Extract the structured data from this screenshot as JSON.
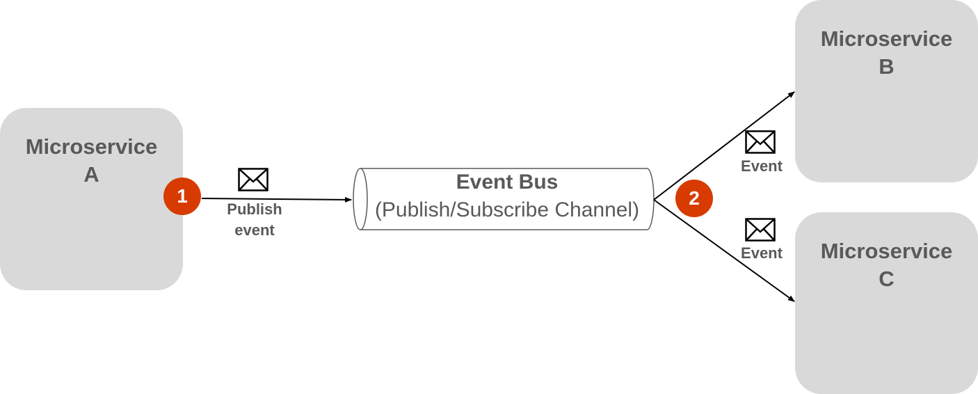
{
  "microservices": {
    "a": {
      "line1": "Microservice",
      "line2": "A"
    },
    "b": {
      "line1": "Microservice",
      "line2": "B"
    },
    "c": {
      "line1": "Microservice",
      "line2": "C"
    }
  },
  "event_bus": {
    "title": "Event Bus",
    "subtitle": "(Publish/Subscribe Channel)"
  },
  "steps": [
    {
      "number": "1",
      "label_line1": "Publish",
      "label_line2": "event"
    },
    {
      "number": "2"
    }
  ],
  "event_labels": {
    "to_b": "Event",
    "to_c": "Event"
  },
  "icons": {
    "message": "envelope-icon"
  },
  "colors": {
    "box_fill": "#d9d9d9",
    "step_badge": "#d83b01",
    "text": "#595959",
    "line": "#000000"
  }
}
